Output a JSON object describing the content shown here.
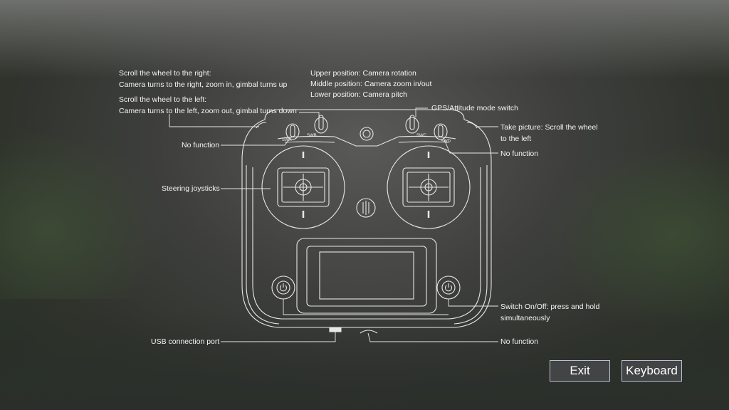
{
  "labels": {
    "wheel_right_1": "Scroll the wheel to the right:",
    "wheel_right_2": "Camera turns to the right, zoom in, gimbal turns up",
    "wheel_left_1": "Scroll the wheel to the left:",
    "wheel_left_2": "Camera turns to the left, zoom out, gimbal turns down",
    "switch_pos_1": "Upper position: Camera rotation",
    "switch_pos_2": "Middle position: Camera zoom in/out",
    "switch_pos_3": "Lower position: Camera pitch",
    "gps_switch": "GPS/Attitude mode switch",
    "take_picture_1": "Take picture:  Scroll the wheel",
    "take_picture_2": "to the left",
    "no_function_left": "No function",
    "no_function_right": "No function",
    "steering": "Steering joysticks",
    "power_1": "Switch On/Off: press and hold",
    "power_2": "simultaneously",
    "usb": "USB connection port",
    "no_function_bottom": "No function"
  },
  "switch_tags": {
    "swa": "SWA",
    "swb": "SWB",
    "swc": "SWC",
    "swd": "SWD"
  },
  "buttons": {
    "exit": "Exit",
    "keyboard": "Keyboard"
  },
  "icons": {
    "power": "power-icon"
  }
}
